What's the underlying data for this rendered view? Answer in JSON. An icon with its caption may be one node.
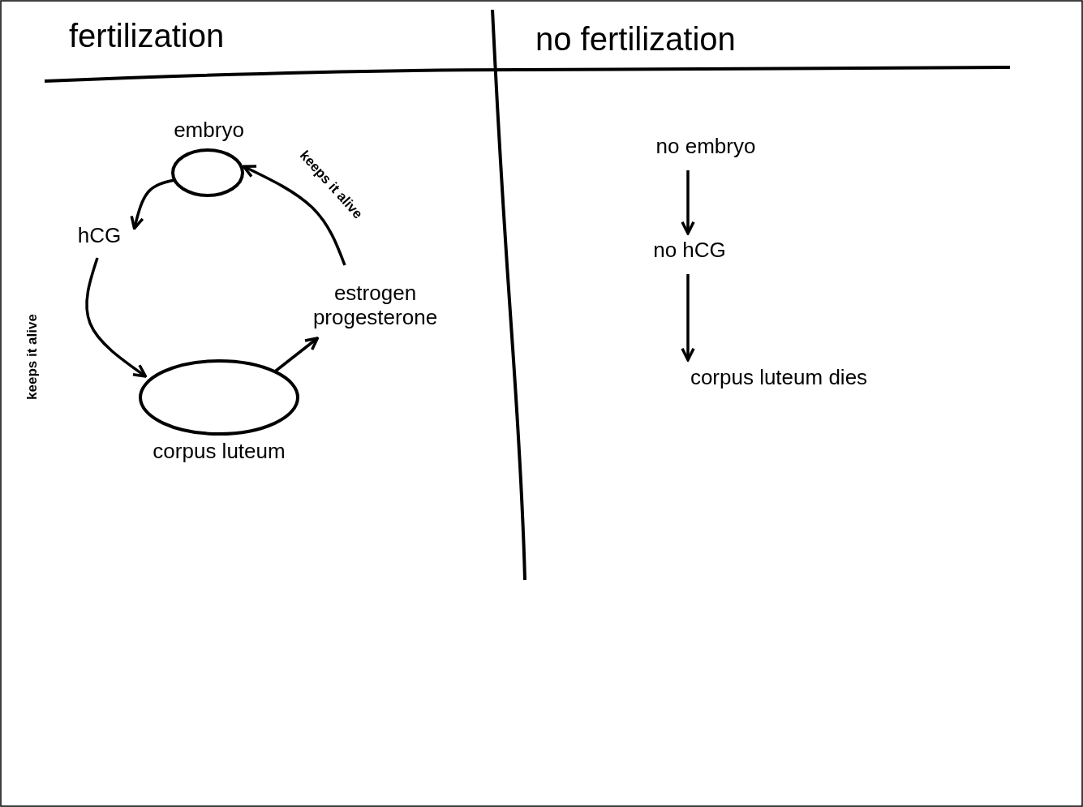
{
  "diagram": {
    "nodes": [
      {
        "text": [
          "embryo"
        ]
      },
      {
        "text": [
          "hCG"
        ]
      },
      {
        "text": [
          "corpus luteum"
        ]
      },
      {
        "text": [
          "estrogen progesterone"
        ]
      },
      {
        "text": [
          "no embryo"
        ]
      },
      {
        "text": [
          "no hCG"
        ]
      },
      {
        "text": [
          "corpus luteum dies"
        ]
      }
    ],
    "edges": [
      {
        "from": 0,
        "to": 1,
        "arrow": "to"
      },
      {
        "from": 1,
        "to": 2,
        "arrow": "to",
        "label": "keeps it alive"
      },
      {
        "from": 2,
        "to": 3,
        "arrow": "to"
      },
      {
        "from": 3,
        "to": 0,
        "arrow": "to",
        "label": "keeps it alive"
      },
      {
        "from": 4,
        "to": 5,
        "arrow": "to"
      },
      {
        "from": 5,
        "to": 6,
        "arrow": "to"
      }
    ],
    "labels": [
      "fertilization",
      "no fertilization"
    ]
  }
}
